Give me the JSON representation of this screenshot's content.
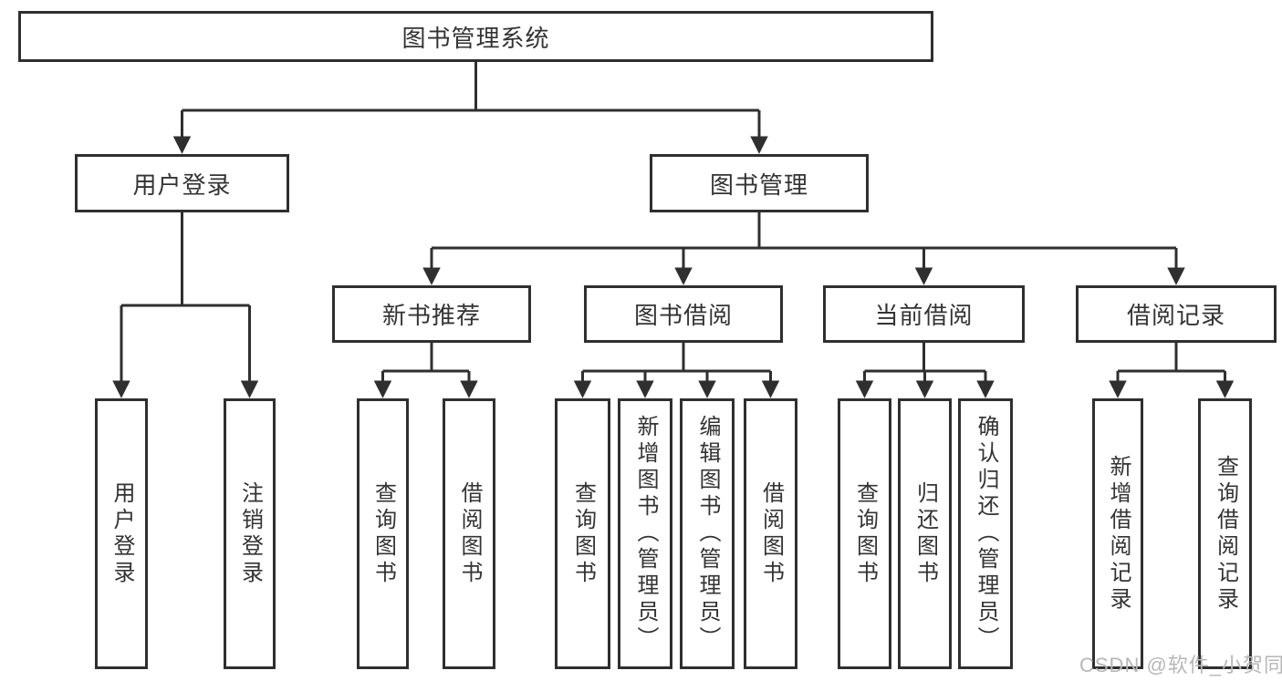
{
  "nodes": {
    "root": "图书管理系统",
    "userLogin": "用户登录",
    "bookMgmt": "图书管理",
    "newBookRec": "新书推荐",
    "bookBorrow": "图书借阅",
    "currentBorrow": "当前借阅",
    "borrowRecords": "借阅记录",
    "leafUserLogin": "用户登录",
    "leafLogout": "注销登录",
    "leafNbQuery": "查询图书",
    "leafNbBorrow": "借阅图书",
    "leafBbQuery": "查询图书",
    "leafBbAdd": "新增图书（管理员）",
    "leafBbEdit": "编辑图书（管理员）",
    "leafBbBorrow": "借阅图书",
    "leafCbQuery": "查询图书",
    "leafCbReturn": "归还图书",
    "leafCbConfirm": "确认归还（管理员）",
    "leafBrAdd": "新增借阅记录",
    "leafBrQuery": "查询借阅记录"
  },
  "watermark": "CSDN @软件_小贺同学",
  "colors": {
    "line": "#2f2f2f",
    "text": "#333333",
    "watermark": "#b7b7b7",
    "background": "#ffffff"
  }
}
